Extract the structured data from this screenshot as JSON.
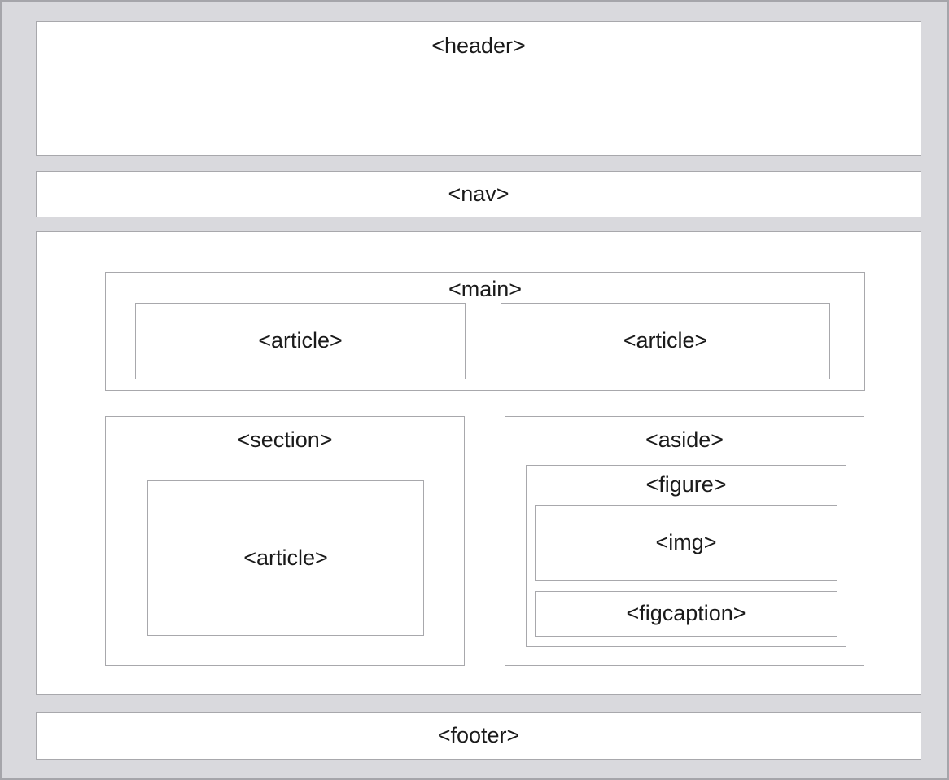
{
  "diagram": {
    "labels": {
      "header": "<header>",
      "nav": "<nav>",
      "main": "<main>",
      "article1": "<article>",
      "article2": "<article>",
      "section": "<section>",
      "article3": "<article>",
      "aside": "<aside>",
      "figure": "<figure>",
      "img": "<img>",
      "figcaption": "<figcaption>",
      "footer": "<footer>"
    },
    "colors": {
      "page_background": "#d9d9dd",
      "box_background": "#ffffff",
      "box_border": "#a8a8ac",
      "outer_border": "#a5a5aa",
      "text": "#1a1a1a"
    }
  }
}
